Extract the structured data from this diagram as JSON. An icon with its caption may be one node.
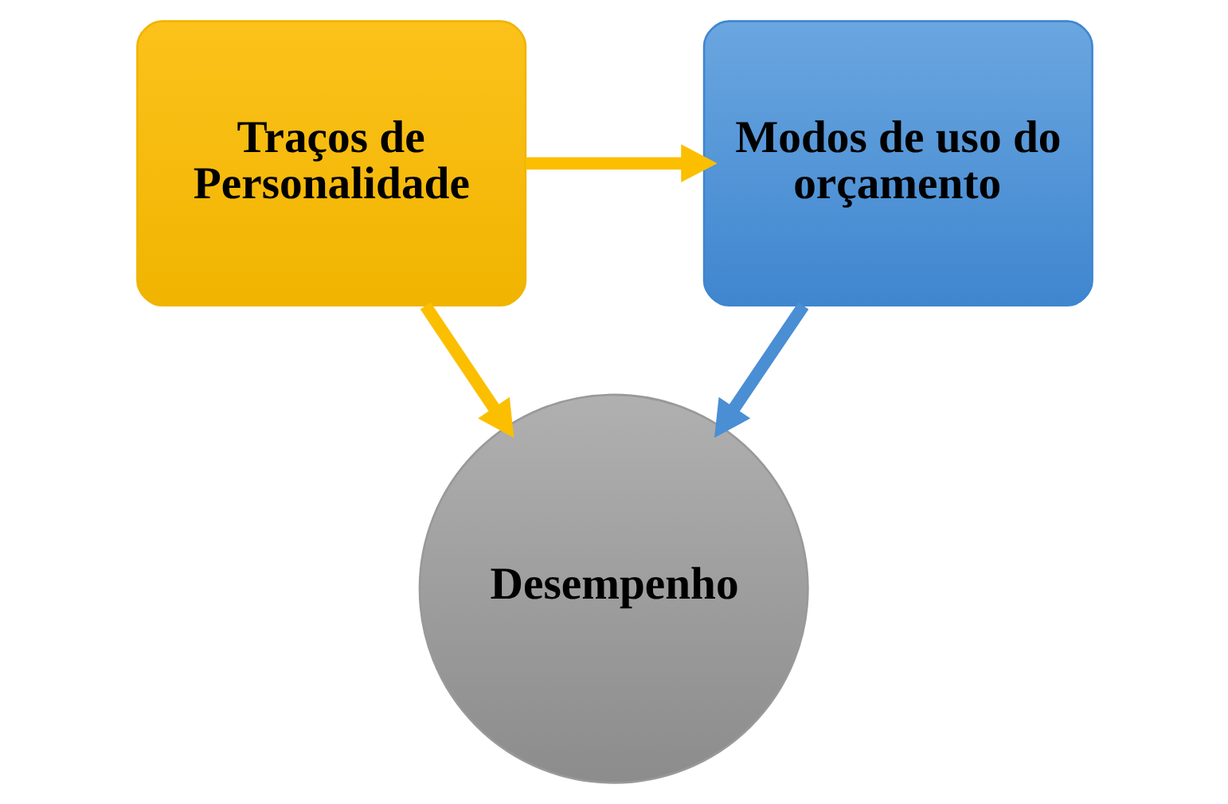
{
  "diagram": {
    "nodes": [
      {
        "text": [
          "Traços de Personalidade"
        ]
      },
      {
        "text": [
          "Modos de uso do orçamento"
        ]
      },
      {
        "text": [
          "Desempenho"
        ]
      }
    ],
    "edges": [
      {
        "from": 0,
        "to": 1,
        "arrow": "to"
      },
      {
        "from": 0,
        "to": 2,
        "arrow": "to"
      },
      {
        "from": 1,
        "to": 2,
        "arrow": "to",
        "color": "#4a8ed4"
      }
    ]
  }
}
